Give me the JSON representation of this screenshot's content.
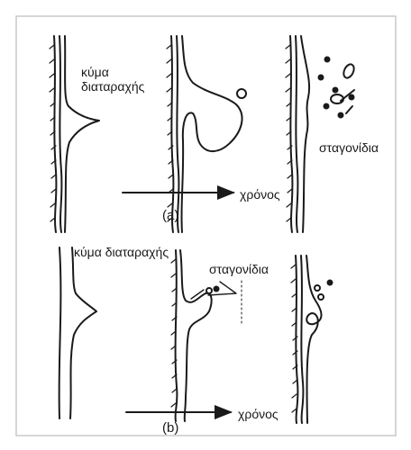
{
  "panel_a": {
    "label_wave": [
      "κύμα",
      "διαταραχής"
    ],
    "label_droplets": "σταγονίδια",
    "label_time": "χρόνος",
    "panel_id": "(a)"
  },
  "panel_b": {
    "label_wave": "κύμα διαταραχής",
    "label_droplets": "σταγονίδια",
    "label_time": "χρόνος",
    "panel_id": "(b)"
  },
  "colors": {
    "frame_border": "#c8c8c8",
    "stroke": "#1a1a1a"
  }
}
